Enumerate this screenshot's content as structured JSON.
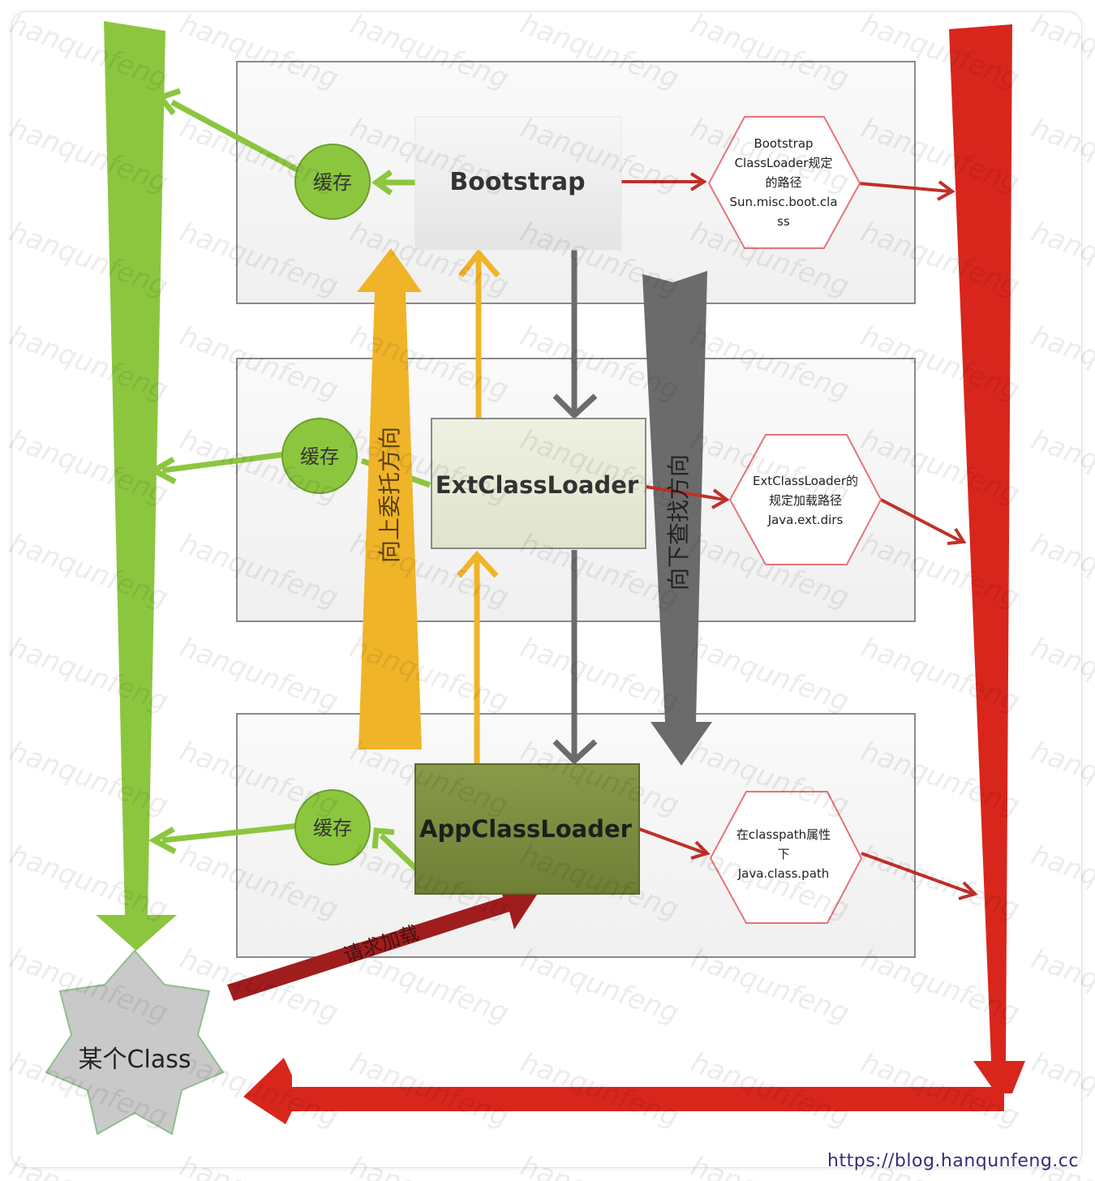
{
  "diagram": {
    "bootstrap": {
      "label": "Bootstrap"
    },
    "ext_loader": {
      "label": "ExtClassLoader"
    },
    "app_loader": {
      "label": "AppClassLoader"
    },
    "cache_label": "缓存",
    "bootstrap_path": {
      "lines": [
        "Bootstrap",
        "ClassLoader规定",
        "的路径",
        "Sun.misc.boot.cla",
        "ss"
      ]
    },
    "ext_path": {
      "lines": [
        "ExtClassLoader的",
        "规定加载路径",
        "Java.ext.dirs"
      ]
    },
    "app_path": {
      "lines": [
        "在classpath属性",
        "下",
        "Java.class.path"
      ]
    },
    "delegate_up_label": "向上委托方向",
    "search_down_label": "向下查找方向",
    "request_load_label": "请求加载",
    "class_star_label": "某个Class",
    "colors": {
      "green": "#8cc63f",
      "red": "#d9261c",
      "yellow": "#f0b429",
      "gray": "#6b6b6b",
      "dark_red": "#a01d1d"
    }
  },
  "watermark": {
    "text": "hanqunfeng"
  },
  "footer_url": "https://blog.hanqunfeng.cc"
}
